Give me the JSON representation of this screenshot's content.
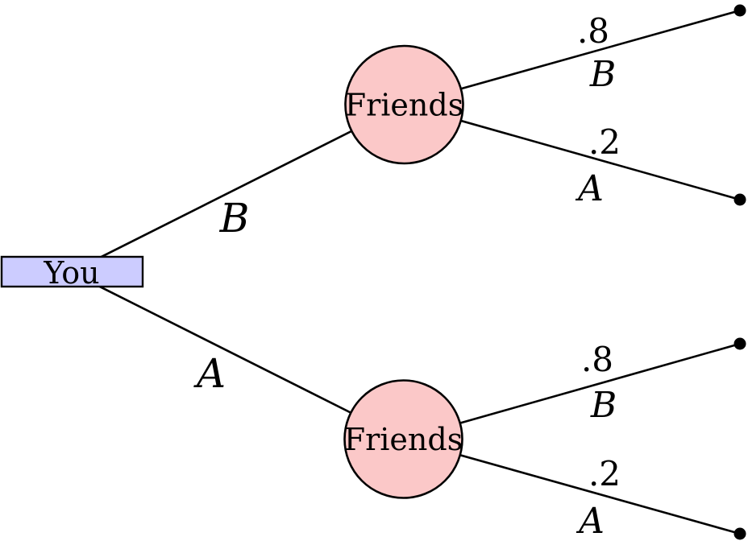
{
  "diagram": {
    "type": "probability-tree",
    "colors": {
      "root_fill": "#ccccff",
      "chance_fill": "#fbc8c8",
      "stroke": "#000000",
      "background": "#ffffff"
    },
    "root": {
      "label": "You"
    },
    "branches": [
      {
        "label": "B",
        "node_label": "Friends",
        "outcomes": [
          {
            "probability": ".8",
            "label": "B"
          },
          {
            "probability": ".2",
            "label": "A"
          }
        ]
      },
      {
        "label": "A",
        "node_label": "Friends",
        "outcomes": [
          {
            "probability": ".8",
            "label": "B"
          },
          {
            "probability": ".2",
            "label": "A"
          }
        ]
      }
    ]
  }
}
